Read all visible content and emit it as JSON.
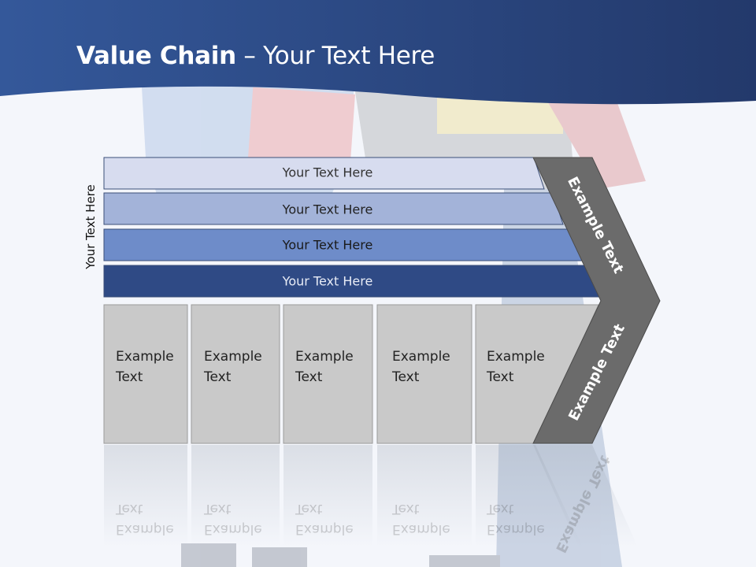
{
  "slide": {
    "title_bold": "Value Chain",
    "title_rest": " – Your Text Here",
    "side_label": "Your Text Here"
  },
  "bands": [
    {
      "label": "Your Text Here",
      "color": "#d7dcef",
      "text_color": "#333333"
    },
    {
      "label": "Your Text Here",
      "color": "#a3b3d9",
      "text_color": "#222222"
    },
    {
      "label": "Your Text Here",
      "color": "#6e8cc9",
      "text_color": "#1a1a1a"
    },
    {
      "label": "Your Text Here",
      "color": "#2f4a85",
      "text_color": "#e8ecf6"
    }
  ],
  "activities": [
    {
      "line1": "Example",
      "line2": "Text"
    },
    {
      "line1": "Example",
      "line2": "Text"
    },
    {
      "line1": "Example",
      "line2": "Text"
    },
    {
      "line1": "Example",
      "line2": "Text"
    },
    {
      "line1": "Example",
      "line2": "Text"
    }
  ],
  "chevron": {
    "upper_label": "Example Text",
    "lower_label": "Example Text",
    "color": "#6b6b6b"
  },
  "colors": {
    "header": "#2d4d8a",
    "box_fill": "#c9c9c9"
  }
}
